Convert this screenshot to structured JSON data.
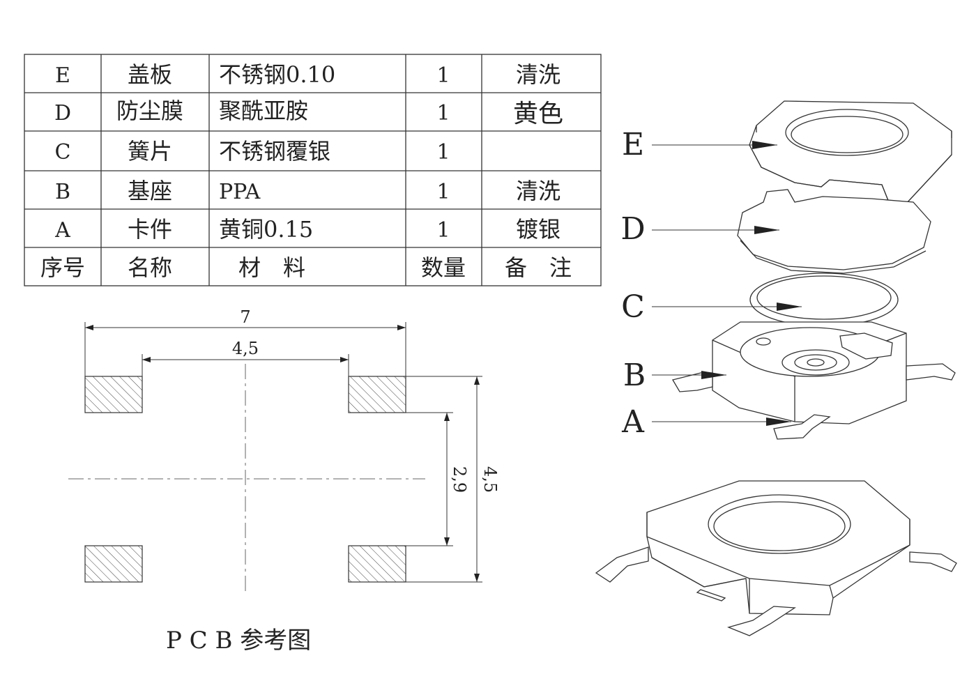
{
  "bom_table": {
    "header": {
      "seq": "序号",
      "name": "名称",
      "material": "材　料",
      "qty": "数量",
      "note": "备　注"
    },
    "rows": [
      {
        "seq": "E",
        "name": "盖板",
        "material": "不锈钢0.10",
        "qty": "1",
        "note": "清洗"
      },
      {
        "seq": "D",
        "name": "防尘膜",
        "material": "聚酰亚胺",
        "qty": "1",
        "note": "黄色"
      },
      {
        "seq": "C",
        "name": "簧片",
        "material": "不锈钢覆银",
        "qty": "1",
        "note": ""
      },
      {
        "seq": "B",
        "name": "基座",
        "material": "PPA",
        "qty": "1",
        "note": "清洗"
      },
      {
        "seq": "A",
        "name": "卡件",
        "material": "黄铜0.15",
        "qty": "1",
        "note": "镀银"
      }
    ]
  },
  "pcb": {
    "title": "P C B 参考图",
    "dim_outer_width": "7",
    "dim_inner_width": "4,5",
    "dim_pad_gap": "2,9",
    "dim_outer_height": "4,5"
  },
  "exploded_labels": [
    "E",
    "D",
    "C",
    "B",
    "A"
  ],
  "colors": {
    "line": "#333333",
    "text": "#222222"
  }
}
